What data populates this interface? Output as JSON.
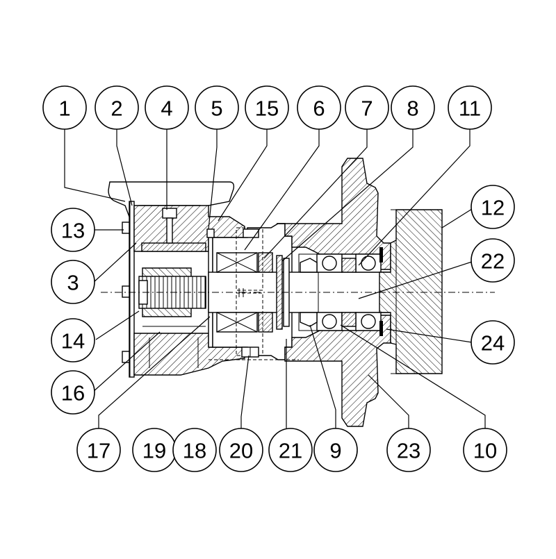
{
  "colors": {
    "line": "#000000",
    "background": "#ffffff"
  },
  "callouts": [
    {
      "label": "1"
    },
    {
      "label": "2"
    },
    {
      "label": "4"
    },
    {
      "label": "5"
    },
    {
      "label": "15"
    },
    {
      "label": "6"
    },
    {
      "label": "7"
    },
    {
      "label": "8"
    },
    {
      "label": "11"
    },
    {
      "label": "12"
    },
    {
      "label": "13"
    },
    {
      "label": "3"
    },
    {
      "label": "22"
    },
    {
      "label": "14"
    },
    {
      "label": "24"
    },
    {
      "label": "16"
    },
    {
      "label": "17"
    },
    {
      "label": "19"
    },
    {
      "label": "18"
    },
    {
      "label": "20"
    },
    {
      "label": "21"
    },
    {
      "label": "9"
    },
    {
      "label": "23"
    },
    {
      "label": "10"
    }
  ]
}
